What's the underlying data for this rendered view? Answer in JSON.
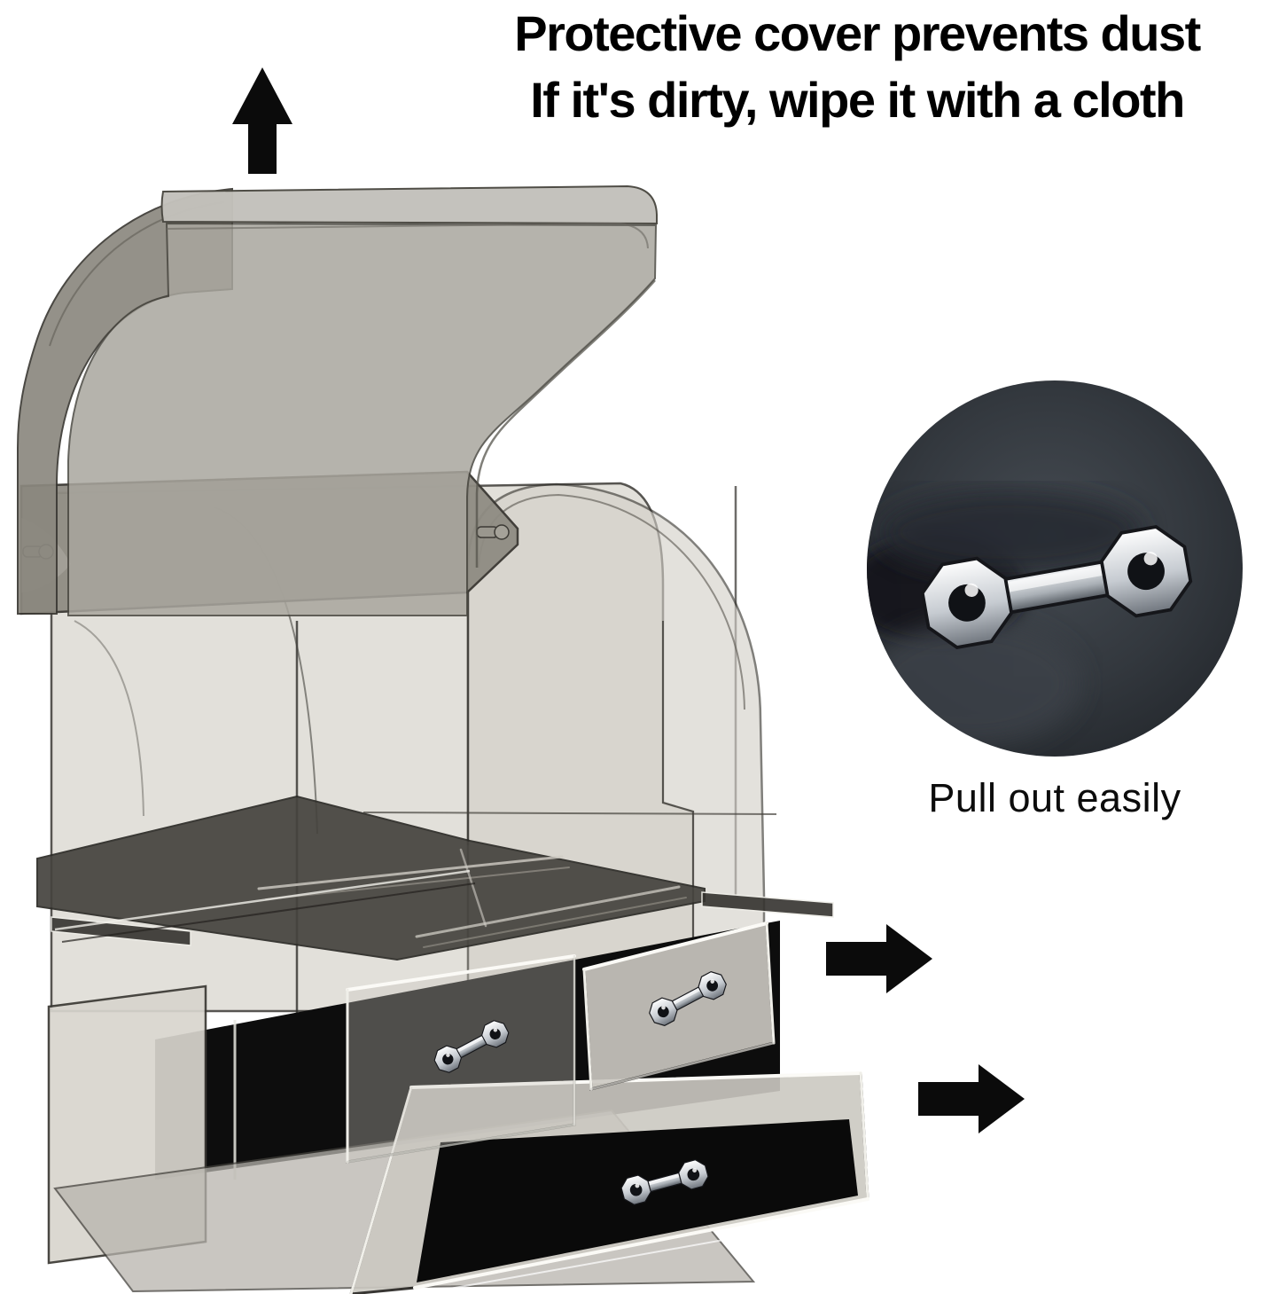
{
  "headline": {
    "line1": "Protective cover prevents dust",
    "line2": "If it's dirty, wipe it with a cloth"
  },
  "inset": {
    "caption": "Pull out easily"
  },
  "colors": {
    "background": "#ffffff",
    "text": "#000000",
    "arrow": "#0b0b0b",
    "cover_top": "#c3c1bb",
    "cover_front": "#a9a69e",
    "cover_side": "#8b887f",
    "visor": "#8f8c83",
    "back_wall": "#dedbd4",
    "arch_wall": "#d2cfc8",
    "shelf": "#45433e",
    "felt": "#0a0a0a",
    "cavity": "#0d0d0d",
    "base_wall": "#d8d5ce",
    "floor": "#b7b4ad",
    "edge": "#3a3833",
    "highlight": "#f5f4f0",
    "drawer_face": "#ccc9c2",
    "inset_center": "#454b52",
    "inset_mid": "#33383e",
    "inset_edge": "#24282d",
    "handle_bright": "#ffffff",
    "handle_mid": "#c6cbd1",
    "handle_dark": "#6c727a"
  }
}
